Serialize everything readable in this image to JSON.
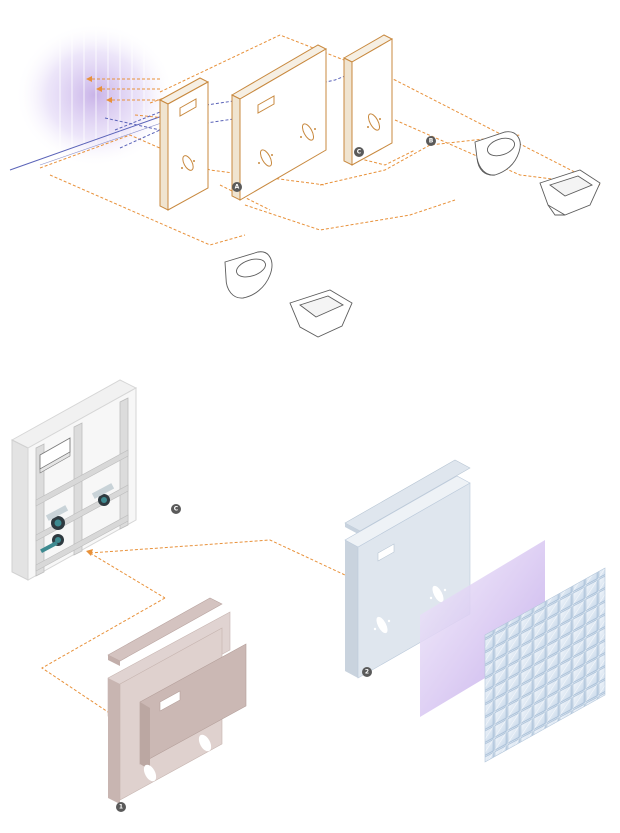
{
  "figure": {
    "upper": {
      "callouts": [
        {
          "id": "A",
          "label": "A"
        },
        {
          "id": "B",
          "label": "B"
        },
        {
          "id": "C",
          "label": "C"
        }
      ]
    },
    "lower": {
      "callouts": [
        {
          "id": "C",
          "label": "C"
        },
        {
          "id": "1",
          "label": "1"
        },
        {
          "id": "2",
          "label": "2"
        }
      ]
    }
  },
  "colors": {
    "line": "#c8893f",
    "leader": "#e8913a",
    "leader_blue": "#5a63b8",
    "badge": "#5a5a5a",
    "panel_face": "#ffffff",
    "panel_side": "#f6efe3",
    "panel_1": "#d9c9c6",
    "panel_1_dark": "#cbb8b4",
    "panel_2": "#dfe6ee",
    "panel_2_dark": "#cfd8e3",
    "glow": "#b79ae0",
    "frame": "#e9e9e9"
  }
}
